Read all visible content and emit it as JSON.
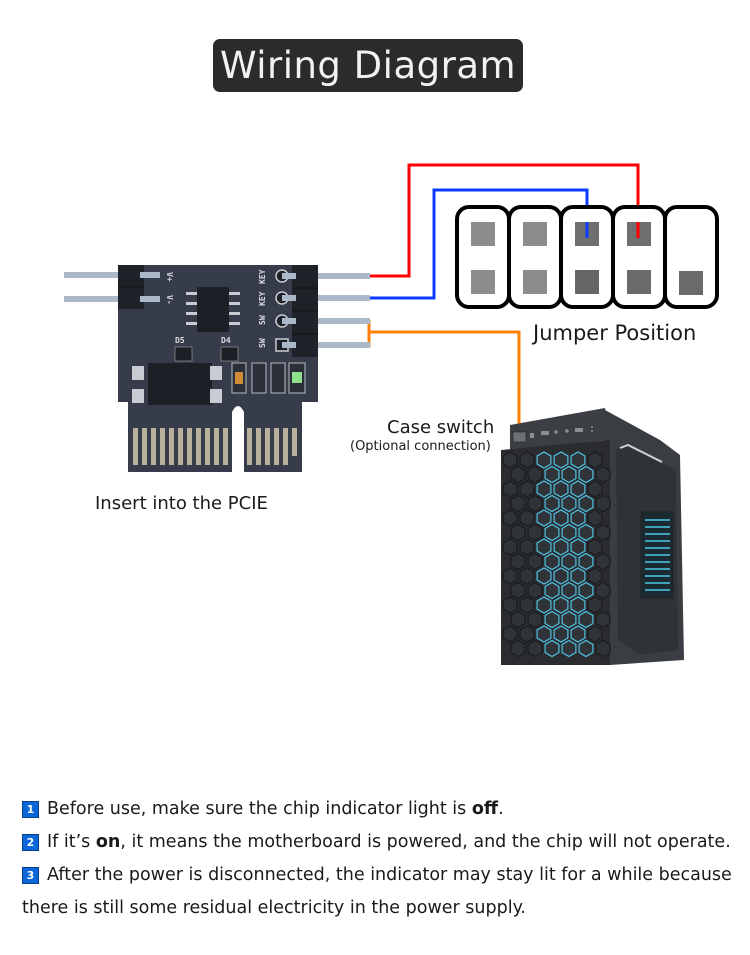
{
  "title": "Wiring Diagram",
  "labels": {
    "jumper_position": "Jumper Position",
    "case_switch": "Case switch",
    "case_switch_note": "(Optional connection)",
    "insert_pcie": "Insert into the PCIE"
  },
  "pcb": {
    "silkscreen": [
      "V+",
      "V-",
      "KEY",
      "KEY",
      "SW",
      "SW",
      "D5",
      "D4"
    ],
    "indicator_led_color": "#8fe08a"
  },
  "wires": [
    {
      "name": "red-wire",
      "color": "#ff0000",
      "from": "KEY pin 1",
      "to": "jumper pin 4 (top)"
    },
    {
      "name": "blue-wire",
      "color": "#0a3cff",
      "from": "KEY pin 2",
      "to": "jumper pin 3 (top)"
    },
    {
      "name": "orange-wire",
      "color": "#ff8000",
      "from": "SW pins",
      "to": "case power switch"
    }
  ],
  "jumper": {
    "columns": 5,
    "pins_per_column": 2,
    "missing_pin": "column 5 top"
  },
  "notes": [
    {
      "num": "1",
      "before": "Before use, make sure the chip indicator light is ",
      "bold": "off",
      "after": "."
    },
    {
      "num": "2",
      "before": "If it’s ",
      "bold": "on",
      "after": ", it means the motherboard is powered, and the chip will not operate."
    },
    {
      "num": "3",
      "before": "After the power is disconnected, the indicator may stay lit for a while because",
      "bold": "",
      "after": ""
    }
  ],
  "note3_continued": "there is still some residual electricity in the power supply."
}
